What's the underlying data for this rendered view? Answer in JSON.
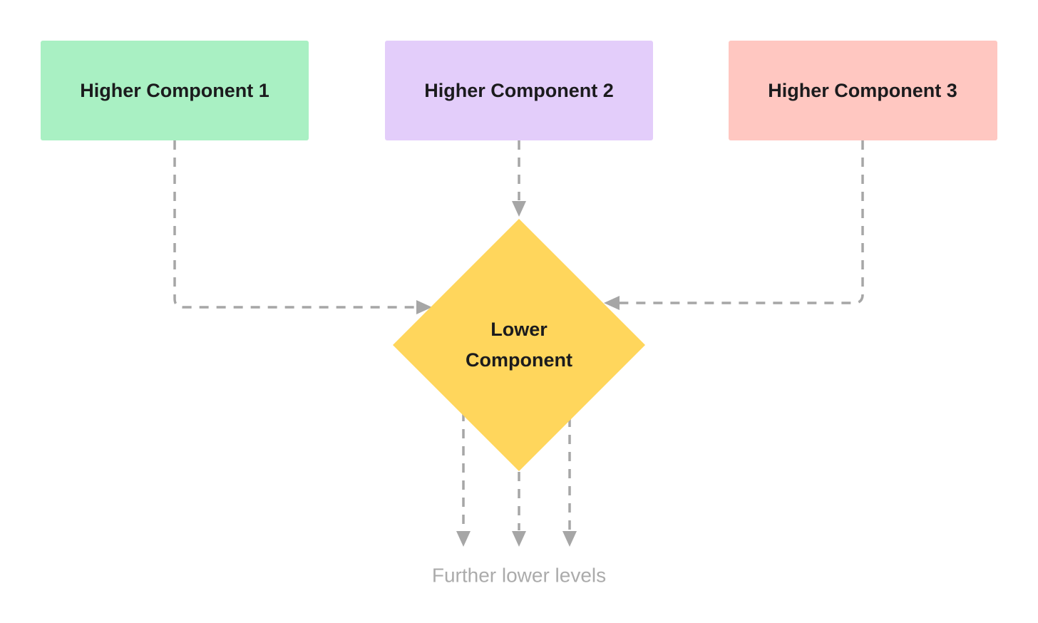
{
  "diagram": {
    "title_hint": "component-hierarchy-flow",
    "boxes": [
      {
        "id": "higher-component-1",
        "label": "Higher Component 1",
        "color": "#a9f0c3"
      },
      {
        "id": "higher-component-2",
        "label": "Higher Component 2",
        "color": "#e3cdfa"
      },
      {
        "id": "higher-component-3",
        "label": "Higher Component 3",
        "color": "#ffc7c1"
      }
    ],
    "diamond": {
      "id": "lower-component",
      "label": "Lower Component",
      "lines": [
        "Lower",
        "Component"
      ],
      "color": "#ffd65c"
    },
    "caption": "Further lower levels",
    "colors": {
      "connector": "#a6a6a6",
      "box_text": "#1b1b1d",
      "diamond_text": "#1b1b1d",
      "caption_text": "#ababab",
      "background": "#ffffff"
    }
  }
}
